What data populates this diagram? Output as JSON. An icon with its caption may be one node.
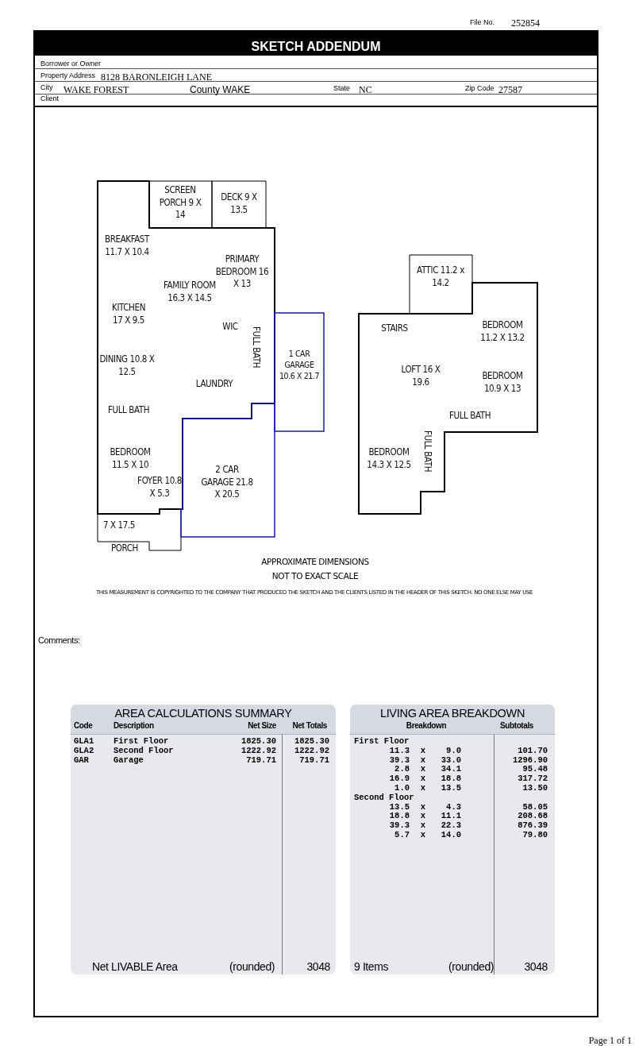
{
  "diagram": {
    "title": "SKETCH ADDENDUM",
    "nodes": [
      {
        "text": [
          "BREAKFAST 11.7 X 10.4",
          "FAMILY ROOM 16.3 X 14.5",
          "PRIMARY BEDROOM 16 X 13",
          "KITCHEN 17 X 9.5",
          "WIC",
          "FULL BATH",
          "DINING 10.8 X 12.5",
          "LAUNDRY",
          "FULL BATH",
          "BEDROOM 11.5 X 10",
          "FOYER 10.8 X 5.3"
        ]
      },
      {
        "text": [
          "SCREEN PORCH 9 X 14"
        ]
      },
      {
        "text": [
          "DECK 9 X 13.5"
        ]
      },
      {
        "text": [
          "1 CAR GARAGE 10.6 X 21.7"
        ]
      },
      {
        "text": [
          "2 CAR GARAGE 21.8 X 20.5"
        ]
      },
      {
        "text": [
          "7 X 17.5",
          "PORCH"
        ]
      },
      {
        "text": [
          "STAIRS",
          "BEDROOM 11.2 X 13.2",
          "LOFT 16 X 19.6",
          "BEDROOM 10.9 X 13",
          "FULL BATH",
          "BEDROOM 14.3 X 12.5",
          "FULL BATH"
        ]
      },
      {
        "text": [
          "ATTIC 11.2 x 14.2"
        ]
      }
    ],
    "edges": [],
    "labels": [
      "File No.",
      "252854",
      "Borrower or Owner",
      "Property Address",
      "8128 BARONLEIGH LANE",
      "City",
      "WAKE FOREST",
      "County WAKE",
      "State",
      "NC",
      "Zip Code",
      "27587",
      "Client",
      "APPROXIMATE DIMENSIONS",
      "NOT TO EXACT SCALE",
      "THIS MEASUREMENT IS COPYRIGHTED TO THE COMPANY THAT PRODUCED THE SKETCH AND  THE CLIENTS LISTED IN THE HEADER OF THIS SKETCH. NO ONE ELSE MAY USE",
      "Comments:",
      "AREA CALCULATIONS SUMMARY",
      "Code",
      "Description",
      "Net Size",
      "Net Totals",
      "GLA1",
      "First Floor",
      "1825.30",
      "1825.30",
      "GLA2",
      "Second Floor",
      "1222.92",
      "1222.92",
      "GAR",
      "Garage",
      "719.71",
      "719.71",
      "Net LIVABLE Area",
      "(rounded)",
      "3048",
      "LIVING AREA BREAKDOWN",
      "Breakdown",
      "Subtotals",
      "First Floor",
      "11.3",
      "x",
      "9.0",
      "101.70",
      "39.3",
      "x",
      "33.0",
      "1296.90",
      "2.8",
      "x",
      "34.1",
      "95.48",
      "16.9",
      "x",
      "18.8",
      "317.72",
      "1.0",
      "x",
      "13.5",
      "13.50",
      "Second Floor",
      "13.5",
      "x",
      "4.3",
      "58.05",
      "18.8",
      "x",
      "11.1",
      "208.68",
      "39.3",
      "x",
      "22.3",
      "876.39",
      "5.7",
      "x",
      "14.0",
      "79.80",
      "9 Items",
      "(rounded)",
      "3048",
      "Page 1 of 1"
    ]
  }
}
